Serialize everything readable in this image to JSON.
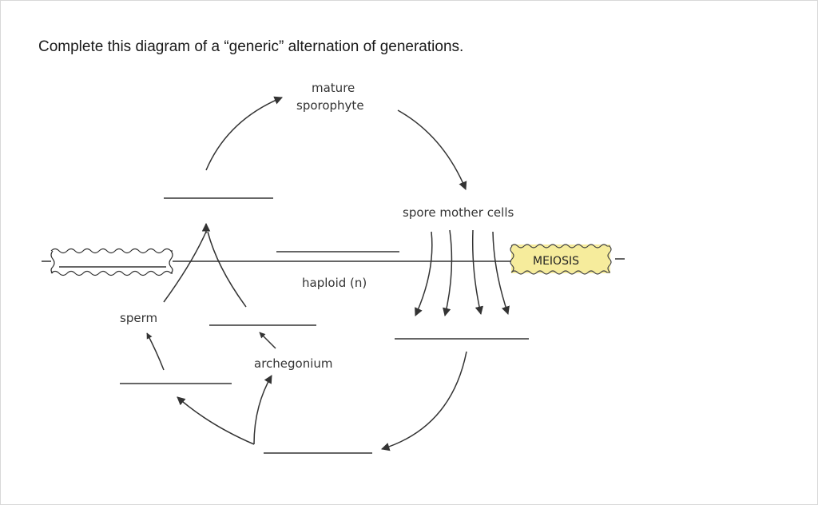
{
  "question": "Complete this diagram of a “generic” alternation of generations.",
  "labels": {
    "mature": "mature",
    "sporophyte": "sporophyte",
    "spore_mother_cells": "spore mother cells",
    "haploid": "haploid (n)",
    "sperm": "sperm",
    "archegonium": "archegonium",
    "meiosis": "MEIOSIS"
  },
  "colors": {
    "meiosis_box_fill": "#f6ec9c",
    "line": "#333333"
  }
}
